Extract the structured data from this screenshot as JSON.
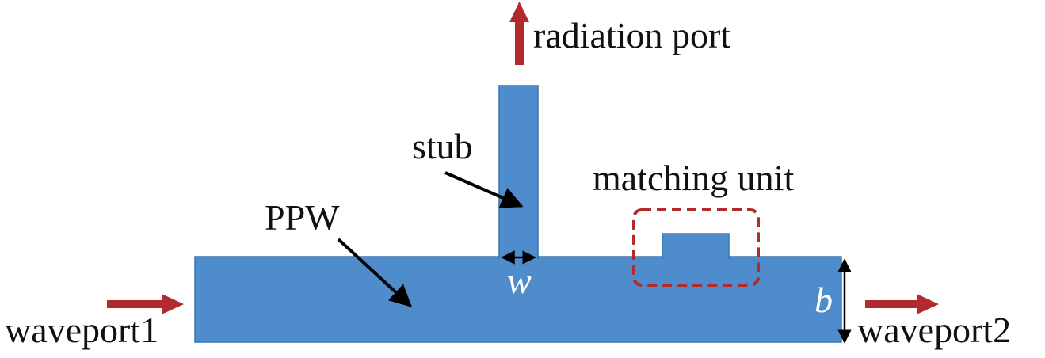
{
  "labels": {
    "radiation_port": "radiation port",
    "stub": "stub",
    "matching_unit": "matching unit",
    "ppw": "PPW",
    "width_symbol": "w",
    "height_symbol": "b",
    "waveport1": "waveport1",
    "waveport2": "waveport2"
  },
  "colors": {
    "waveguide_fill": "#4f8ccc",
    "waveguide_stroke": "#3f74ad",
    "port_arrow": "#b22a2e",
    "matching_box": "#b22a2e",
    "pointer_arrow": "#000000",
    "text": "#111111",
    "text_on_blue": "#ffffff"
  }
}
